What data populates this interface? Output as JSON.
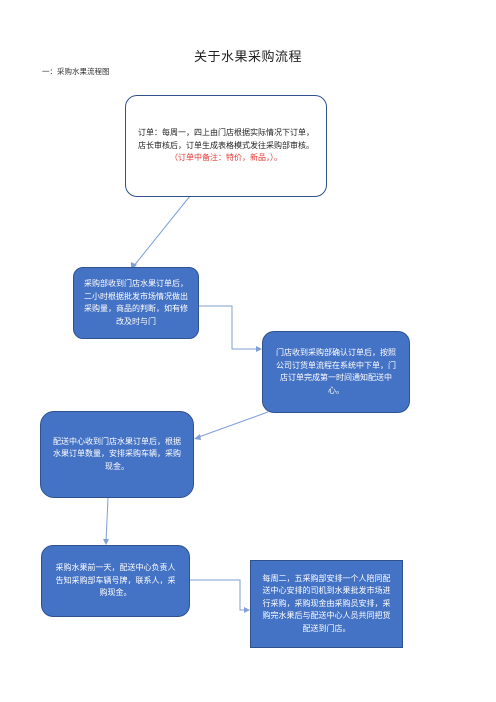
{
  "title": "关于水果采购流程",
  "subtitle": "一：采购水果流程图",
  "boxes": {
    "order": {
      "text": "订单：每周一，四上由门店根据实际情况下订单，店长审核后，订单生成表格模式发往采购部审核。",
      "note": "（订单中备注：特价，新品，）。"
    },
    "purchase_dept": {
      "text": "采购部收到门店水果订单后，二小时根据批发市场情况做出采购量，商品的判断，如有修改及时与门"
    },
    "store_confirm": {
      "text": "门店收到采购部确认订单后，按照公司订货单流程在系统中下单，门店订单完成第一时间通知配送中心。"
    },
    "distribution": {
      "text": "配送中心收到门店水果订单后，根据水果订单数量，安排采购车辆，采购现金。"
    },
    "day_before": {
      "text": "采购水果前一天，配送中心负责人告知采购部车辆号牌，联系人，采购现金。"
    },
    "tue_fri": {
      "text": "每周二，五采购部安排一个人陪同配送中心安排的司机到水果批发市场进行采购，采购现金由采购员安排，采购完水果后与配送中心人员共同把货配送到门店。"
    }
  },
  "colors": {
    "box_fill": "#4472c4",
    "box_border": "#2f528f",
    "connector": "#7f9fd6",
    "note_red": "#e53935"
  }
}
